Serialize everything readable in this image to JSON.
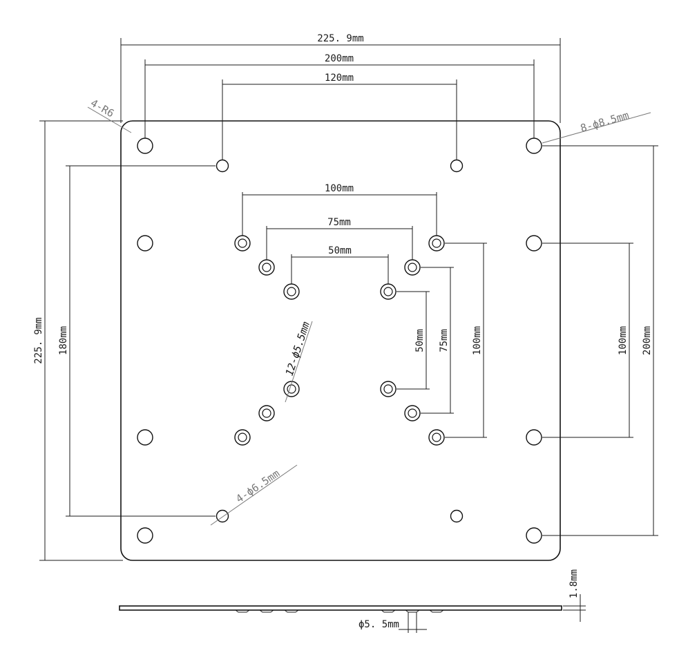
{
  "dims": {
    "overall_width": "225. 9mm",
    "hole_200": "200mm",
    "hole_120": "120mm",
    "vesa_100": "100mm",
    "vesa_75": "75mm",
    "vesa_50": "50mm",
    "overall_height": "225. 9mm",
    "hole_180": "180mm",
    "vert_50": "50mm",
    "vert_75": "75mm",
    "vert_100": "100mm",
    "right_100": "100mm",
    "right_200": "200mm",
    "thickness": "1.8mm",
    "side_hole": "ϕ5. 5mm"
  },
  "callouts": {
    "corner_radius": "4-R6",
    "large_holes": "8-ϕ8.5mm",
    "vesa_holes": "12-ϕ5.5mm",
    "small_holes": "4-ϕ6.5mm"
  }
}
